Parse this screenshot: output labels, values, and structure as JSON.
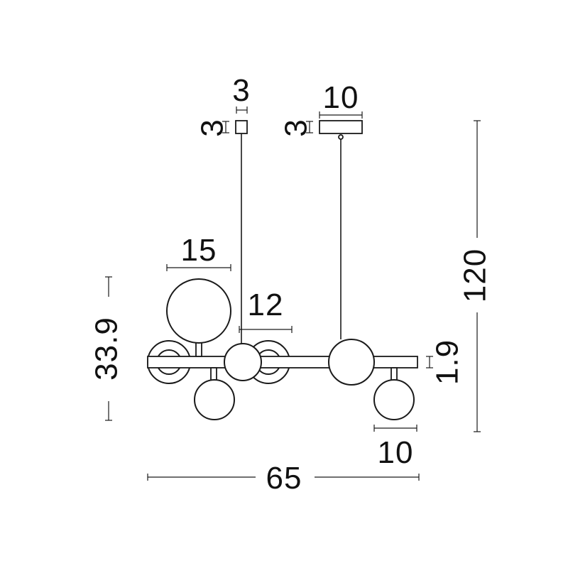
{
  "dimensions": {
    "canopy_small_width": "3",
    "canopy_small_height": "3",
    "canopy_large_width": "10",
    "canopy_large_height": "3",
    "globe_large": "15",
    "globe_medium": "12",
    "globe_small": "10",
    "fixture_height": "33.9",
    "total_height": "120",
    "bar_thickness": "1.9",
    "total_width": "65"
  },
  "colors": {
    "line": "#1a1a1a",
    "background": "#ffffff"
  }
}
